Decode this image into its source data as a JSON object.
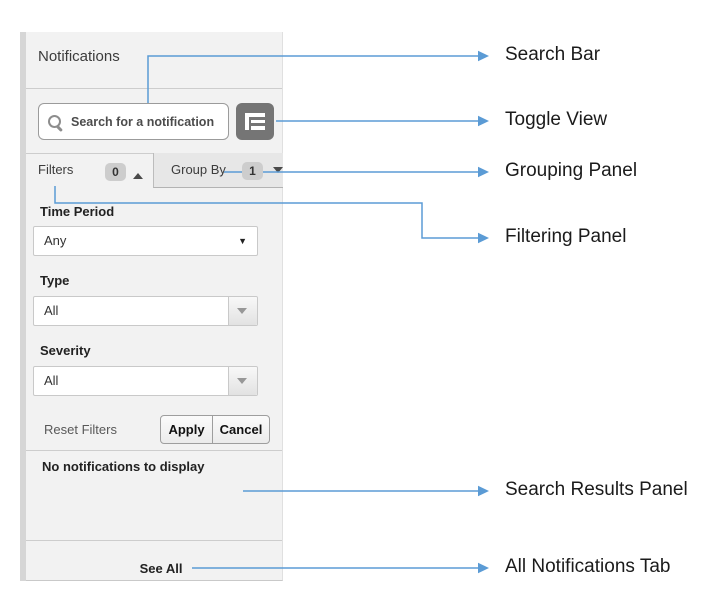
{
  "panel": {
    "title": "Notifications",
    "search": {
      "placeholder": "Search for a notification"
    },
    "tabs": {
      "filters": {
        "label": "Filters",
        "badge": "0"
      },
      "group_by": {
        "label": "Group By",
        "badge": "1"
      }
    },
    "filters": {
      "fields": [
        {
          "label": "Time Period",
          "value": "Any"
        },
        {
          "label": "Type",
          "value": "All"
        },
        {
          "label": "Severity",
          "value": "All"
        }
      ],
      "reset_label": "Reset Filters",
      "apply_label": "Apply",
      "cancel_label": "Cancel"
    },
    "results": {
      "empty_text": "No notifications to display"
    },
    "see_all_label": "See All"
  },
  "callouts": [
    {
      "label": "Search Bar"
    },
    {
      "label": "Toggle View"
    },
    {
      "label": "Grouping Panel"
    },
    {
      "label": "Filtering Panel"
    },
    {
      "label": "Search Results Panel"
    },
    {
      "label": "All Notifications Tab"
    }
  ],
  "icons": {
    "search": "magnifier-icon",
    "toggle": "list-view-toggle-icon",
    "native_dropdown_arrow": "▼"
  },
  "colors": {
    "accent_line": "#5B9BD5",
    "toggle_button": "#757575",
    "panel_bg": "#f2f2f2",
    "tab_bg": "#e7e7e7",
    "badge_bg": "#cdcdcd"
  }
}
